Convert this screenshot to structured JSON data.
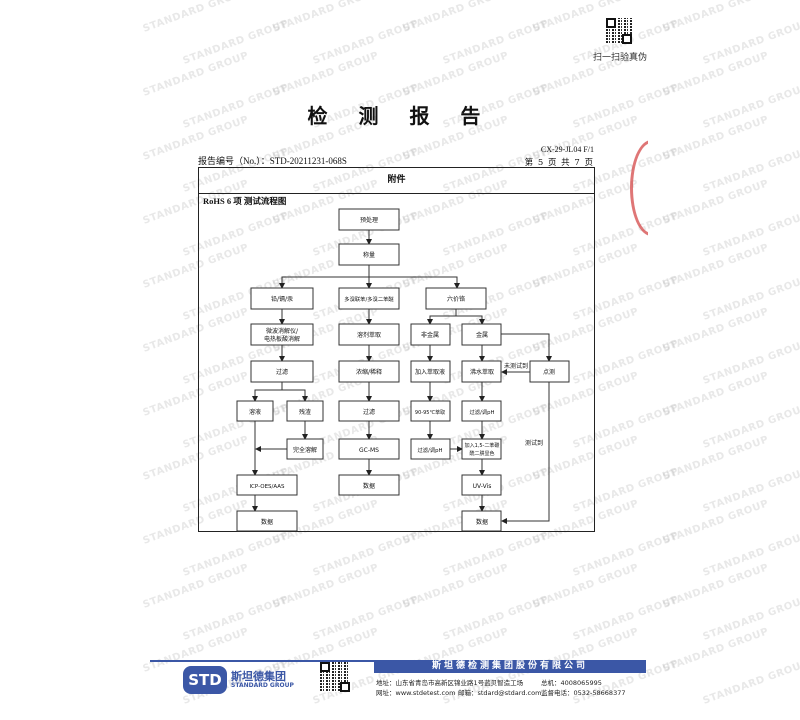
{
  "watermark": "STANDARD GROUP",
  "verify_label": "扫一扫验真伪",
  "title": "检 测 报 告",
  "form_code": "CX-29-JL04   F/1",
  "report_no": "报告编号（No.）：STD-20211231-068S",
  "page_info": "第 5 页 共 7 页",
  "annex": "附件",
  "rohs_title": "RoHS 6 项  测试流程图",
  "flow": {
    "pretreat": "预处理",
    "weigh": "称量",
    "pb_cd_hg": "铅/镉/汞",
    "pbb_pbde": "多溴联苯/多溴二苯醚",
    "cr6": "六价铬",
    "digest1": "微波消解仪/",
    "digest2": "电热板酸消解",
    "solvent_extract": "溶剂萃取",
    "nonmetal": "非金属",
    "metal": "金属",
    "filter1": "过滤",
    "concentrate": "浓缩/稀释",
    "add_extract": "加入萃取液",
    "boil_extract": "沸水萃取",
    "spot_test": "点测",
    "not_detected": "未测试到",
    "detected": "测试到",
    "solution": "溶液",
    "residue": "残渣",
    "filter2": "过滤",
    "extract_9095": "90-95℃萃取",
    "filter_ph1": "过滤/调pH",
    "dissolve": "完全溶解",
    "gcms": "GC-MS",
    "filter_ph2": "过滤/调pH",
    "dpc1": "加入1,5-二苯碳",
    "dpc2": "酰二肼显色",
    "icp": "ICP-OES/AAS",
    "data1": "数据",
    "data2": "数据",
    "uvvis": "UV-Vis",
    "data3": "数据"
  },
  "footer": {
    "logo": "STD",
    "logo_cn": "斯坦德集团",
    "logo_en": "STANDARD GROUP",
    "company": "斯坦德检测集团股份有限公司",
    "address": "地址：山东省青岛市高新区锦业路1号蓝贝智造工场",
    "hotline": "总机：4008065995",
    "website": "网址：www.stdetest.com",
    "email": "邮箱：stdard@stdard.com",
    "supervise": "监督电话：0532-58668377"
  },
  "colors": {
    "brand": "#3b57a6",
    "stamp": "#d23c3c"
  }
}
